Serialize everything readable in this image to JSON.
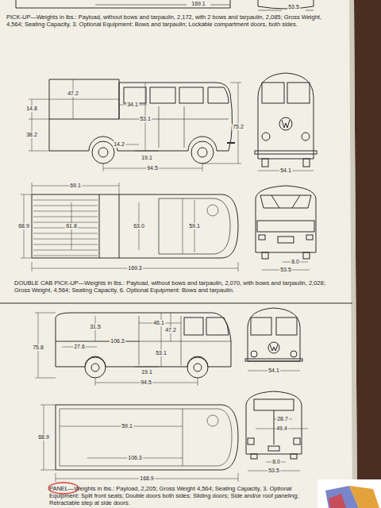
{
  "diagram": {
    "labels": [
      "169.1",
      "53.5",
      "PICK-UP—Weights in lbs.: Payload, without bows and tarpaulin, 2,172, with 2 bows and tarpaulin, 2,085; Gross Weight, 4,564; Seating Capacity, 3. Optional Equipment: Bows and tarpaulin; Lockable compartment doors, both sides.",
      "47.2",
      "14.8",
      "38.2",
      "34.1",
      "53.1",
      "14.2",
      "75.2",
      "19.1",
      "94.5",
      "54.1",
      "69.1",
      "68.9",
      "61.8",
      "63.0",
      "59.1",
      "169.3",
      "8.0",
      "53.5",
      "DOUBLE CAB PICK-UP—Weights in lbs.: Payload, without bows and tarpaulin, 2,070, with bows and tarpaulin, 2,028; Gross Weight, 4,564; Seating Capacity, 6. Optional Equipment: Bows and tarpaulin.",
      "31.5",
      "46.1",
      "47.2",
      "27.6",
      "106.3",
      "53.1",
      "75.8",
      "19.1",
      "94.5",
      "54.1",
      "68.9",
      "59.1",
      "106.3",
      "168.9",
      "28.7",
      "49.4",
      "8.0",
      "53.5",
      "PANEL—Weights in lbs.: Payload, 2,205; Gross Weight 4,564; Seating Capacity, 3. Optional Equipment: Split front seats; Double doors both sides; Sliding doors; Side and/or roof paneling; Retractable step at side doors."
    ]
  }
}
